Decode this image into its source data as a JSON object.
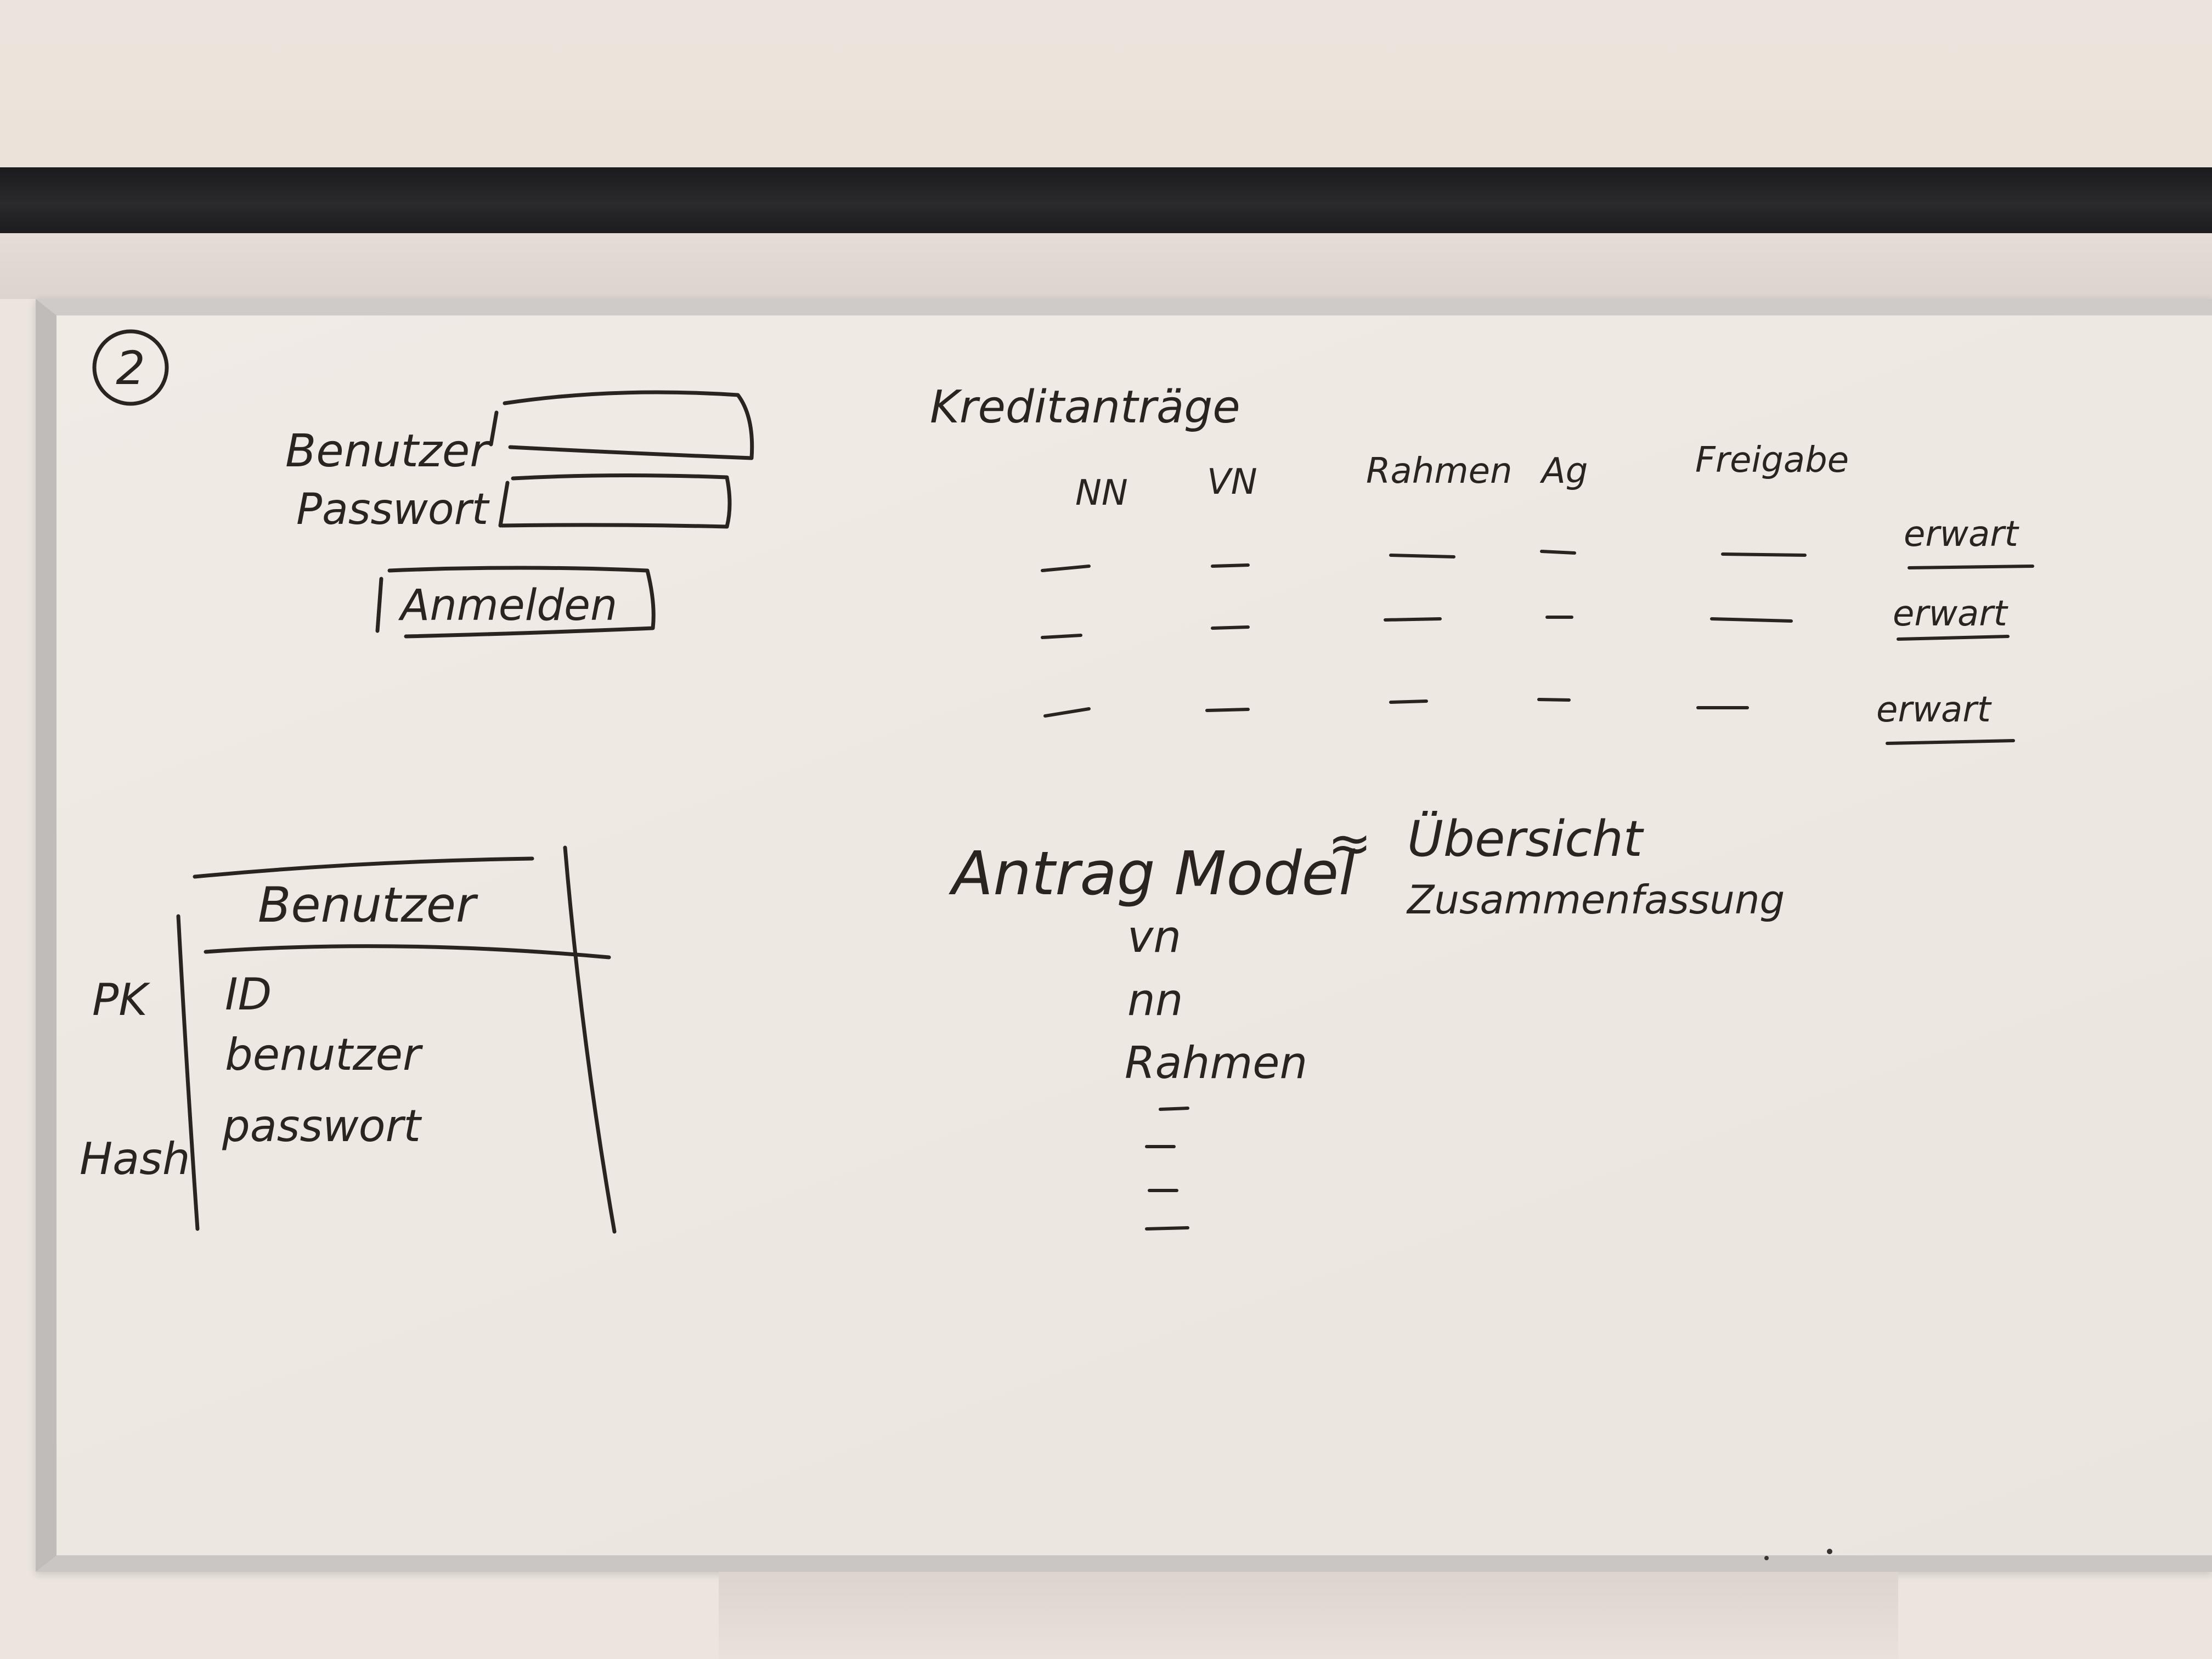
{
  "board_number": "2",
  "login_sketch": {
    "user_label": "Benutzer",
    "password_label": "Passwort",
    "login_button": "Anmelden"
  },
  "credit_list": {
    "title": "Kreditanträge",
    "columns": [
      "NN",
      "VN",
      "Rahmen",
      "Ag",
      "Freigabe"
    ],
    "row_action": [
      "erwart",
      "erwart",
      "erwart"
    ]
  },
  "entity": {
    "name": "Benutzer",
    "fields": [
      {
        "key": "PK",
        "name": "ID"
      },
      {
        "key": "",
        "name": "benutzer"
      },
      {
        "key": "Hash",
        "name": "passwort"
      }
    ]
  },
  "model": {
    "title": "Antrag Model",
    "approx_symbol": "≈",
    "related": [
      "Übersicht",
      "Zusammenfassung"
    ],
    "fields": [
      "vn",
      "nn",
      "Rahmen"
    ]
  }
}
